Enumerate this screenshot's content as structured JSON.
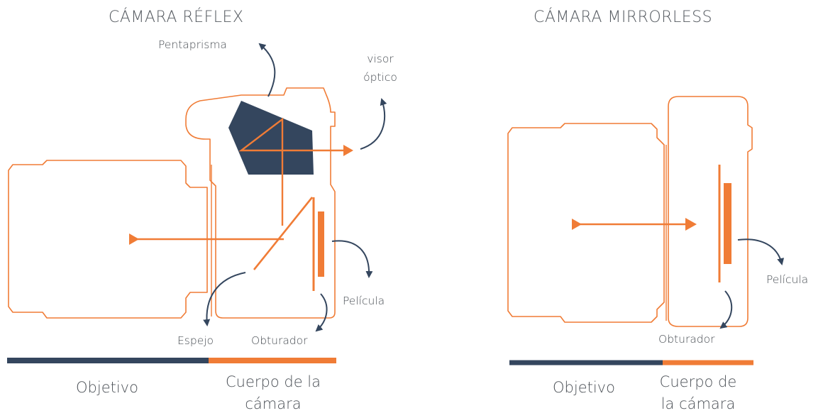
{
  "colors": {
    "orange": "#f07c36",
    "navy": "#34465e",
    "text": "#4a4f55"
  },
  "reflex": {
    "title": "CÁMARA RÉFLEX",
    "pentaprisma": "Pentaprisma",
    "visor_line1": "visor",
    "visor_line2": "óptico",
    "pelicula": "Película",
    "espejo": "Espejo",
    "obturador": "Obturador",
    "objetivo": "Objetivo",
    "cuerpo_line1": "Cuerpo de la",
    "cuerpo_line2": "cámara"
  },
  "mirrorless": {
    "title": "CÁMARA MIRRORLESS",
    "pelicula": "Película",
    "obturador": "Obturador",
    "objetivo": "Objetivo",
    "cuerpo_line1": "Cuerpo de",
    "cuerpo_line2": "la cámara"
  }
}
